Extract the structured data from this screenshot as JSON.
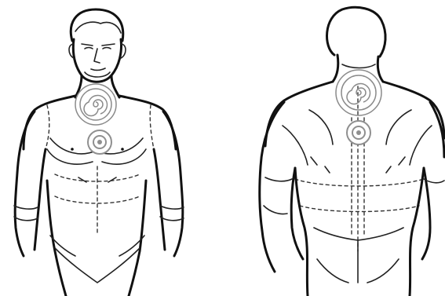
{
  "figure": {
    "panels": [
      {
        "view": "front",
        "markers": [
          "spiral-marker-throat",
          "dot-marker-sternum"
        ]
      },
      {
        "view": "back",
        "markers": [
          "spiral-marker-upper-back",
          "dot-marker-mid-back"
        ]
      }
    ],
    "colors": {
      "line": "#111111",
      "marker": "#8f8f8f",
      "background": "#ffffff"
    }
  }
}
